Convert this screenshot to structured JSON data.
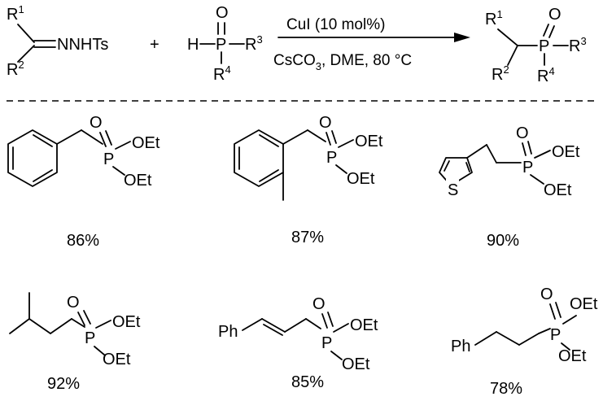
{
  "reaction": {
    "reactant1": {
      "r1": "R",
      "r1_sup": "1",
      "r2": "R",
      "r2_sup": "2",
      "hydrazone": "NNHTs"
    },
    "plus_sign": "+",
    "reactant2": {
      "h": "H",
      "o": "O",
      "p": "P",
      "r3": "R",
      "r3_sup": "3",
      "r4": "R",
      "r4_sup": "4"
    },
    "conditions": {
      "catalyst": "CuI (10 mol%)",
      "base_prefix": "CsCO",
      "base_sub": "3",
      "rest": ", DME, 80 °C"
    },
    "product": {
      "r1": "R",
      "r1_sup": "1",
      "r2": "R",
      "r2_sup": "2",
      "o": "O",
      "p": "P",
      "r3": "R",
      "r3_sup": "3",
      "r4": "R",
      "r4_sup": "4"
    }
  },
  "phosphonate": {
    "o": "O",
    "p": "P",
    "oet": "OEt"
  },
  "labels": {
    "s": "S",
    "ph": "Ph"
  },
  "products": [
    {
      "yield": "86%"
    },
    {
      "yield": "87%"
    },
    {
      "yield": "90%"
    },
    {
      "yield": "92%"
    },
    {
      "yield": "85%"
    },
    {
      "yield": "78%"
    }
  ]
}
